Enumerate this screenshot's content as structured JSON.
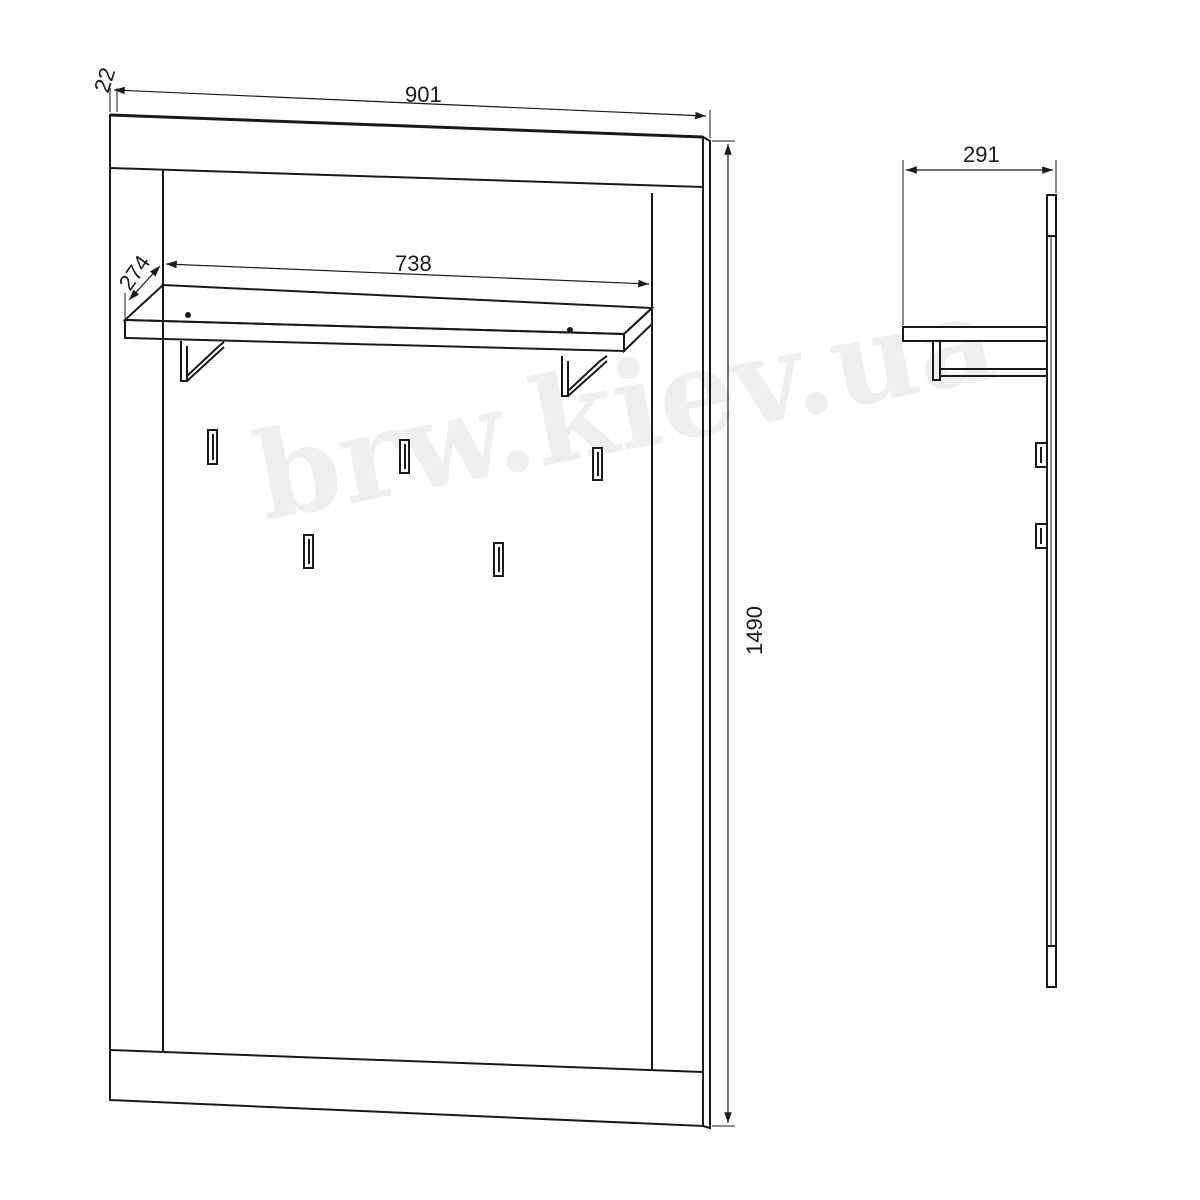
{
  "dimensions": {
    "total_width": "901",
    "thickness": "22",
    "total_height": "1490",
    "shelf_width": "738",
    "shelf_depth": "274",
    "side_depth": "291"
  },
  "watermark": "brw.kiev.ua",
  "colors": {
    "line": "#1a1a1a",
    "background": "#ffffff"
  }
}
